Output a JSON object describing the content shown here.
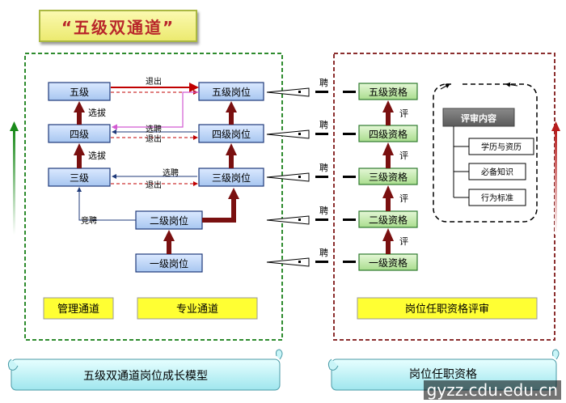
{
  "title": "“五级双通道”",
  "management_levels": [
    "五级",
    "四级",
    "三级"
  ],
  "professional_posts": [
    "五级岗位",
    "四级岗位",
    "三级岗位",
    "二级岗位",
    "一级岗位"
  ],
  "qualifications": [
    "五级资格",
    "四级资格",
    "三级资格",
    "二级资格",
    "一级资格"
  ],
  "labels": {
    "exit": "退出",
    "select": "选拔",
    "select_hire": "选聘",
    "compete": "竞聘",
    "hire": "聘",
    "evaluate": "评"
  },
  "review": {
    "title": "评审内容",
    "items": [
      "学历与资历",
      "必备知识",
      "行为标准"
    ]
  },
  "footer_labels": {
    "management": "管理通道",
    "professional": "专业通道",
    "qualification_review": "岗位任职资格评审"
  },
  "scrolls": {
    "left": "五级双通道岗位成长模型",
    "right": "岗位任职资格"
  },
  "watermark": "gyzz.cdu.edu.cn"
}
